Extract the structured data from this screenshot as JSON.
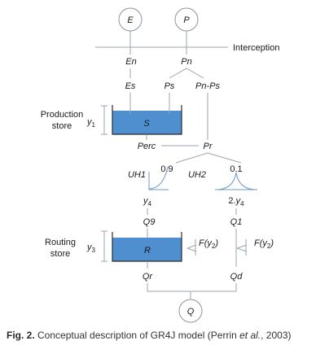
{
  "top": {
    "e_label": "E",
    "p_label": "P",
    "interception_label": "Interception"
  },
  "labels": {
    "en": "En",
    "pn": "Pn",
    "es": "Es",
    "ps": "Ps",
    "pn_ps": "Pn-Ps",
    "perc": "Perc",
    "pr": "Pr",
    "split_90": "0.9",
    "split_10": "0.1",
    "uh1": "UH1",
    "uh2": "UH2",
    "y4": "y",
    "y4_sub": "4",
    "y4b_prefix": "2.",
    "y4b": "y",
    "y4b_sub": "4",
    "q9": "Q9",
    "q1": "Q1",
    "f_left": "F(",
    "f_y": "y",
    "f_sub": "2",
    "f_close": ")",
    "f_right": "F(",
    "f2_y": "y",
    "f2_sub": "2",
    "f2_close": ")",
    "qr": "Qr",
    "qd": "Qd",
    "q_out": "Q"
  },
  "production": {
    "title_line1": "Production",
    "title_line2": "store",
    "store_label": "S",
    "level_var": "y",
    "level_sub": "1"
  },
  "routing": {
    "title_line1": "Routing",
    "title_line2": "store",
    "store_label": "R",
    "level_var": "y",
    "level_sub": "3"
  },
  "caption": {
    "fig": "Fig. 2.",
    "text_before": " Conceptual description of GR4J model (Perrin ",
    "etal": "et al.",
    "text_after": ", 2003)"
  },
  "colors": {
    "store_fill": "#4f8fd0",
    "lines": "#9aa4b1",
    "unit_hydrograph": "#6f97c8"
  }
}
